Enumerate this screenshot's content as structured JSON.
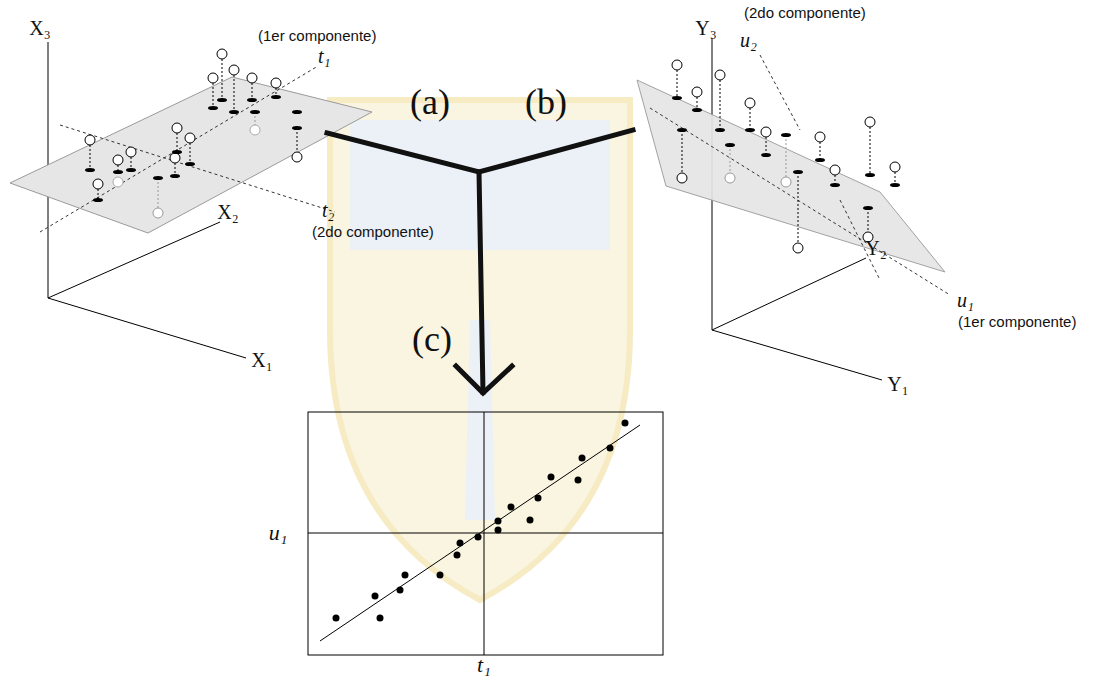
{
  "diagram": {
    "labels": [
      "(1er componente)",
      "t₁",
      "X₃",
      "X₂",
      "t₂",
      "(2do componente)",
      "X₁",
      "(a)",
      "(b)",
      "(c)",
      "Y₃",
      "(2do componente)",
      "u₂",
      "Y₂",
      "u₁",
      "(1er componente)",
      "Y₁",
      "u₁",
      "t₁"
    ]
  }
}
